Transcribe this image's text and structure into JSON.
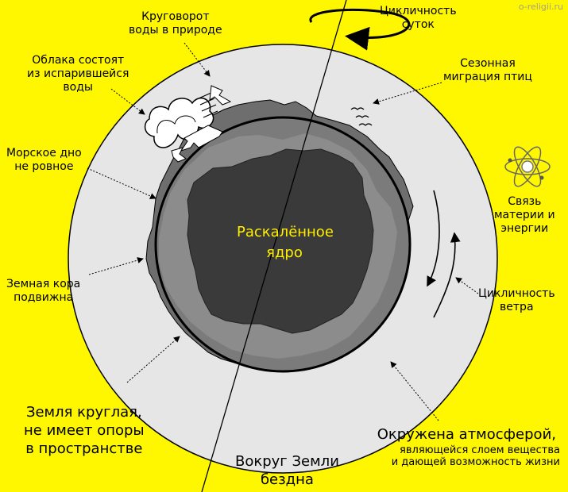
{
  "watermark": "o-religii.ru",
  "core_label": "Раскалённое ядро",
  "labels": {
    "water_cycle": "Круговорот\nводы в природе",
    "clouds": "Облака состоят\nиз испарившейся\nводы",
    "seabed": "Морское дно\nне ровное",
    "crust": "Земная кора\nподвижна",
    "round": "Земля круглая,\nне имеет опоры\nв пространстве",
    "abyss": "Вокруг Земли\nбездна",
    "atmosphere_title": "Окружена атмосферой,",
    "atmosphere_sub": "являющейся слоем вещества\nи дающей возможность жизни",
    "wind": "Цикличность\nветра",
    "energy": "Связь\nматерии и\nэнергии",
    "birds": "Сезонная\nмиграция птиц",
    "day": "Цикличность\nсуток"
  },
  "colors": {
    "background": "#fff700",
    "atmosphere": "#e6e6e6",
    "planet_edge": "#1a1a1a",
    "mantle": "#6e6e6e",
    "ocean_floor": "#8c8c8c",
    "core": "#3a3a3a",
    "core_text": "#ffee00"
  }
}
